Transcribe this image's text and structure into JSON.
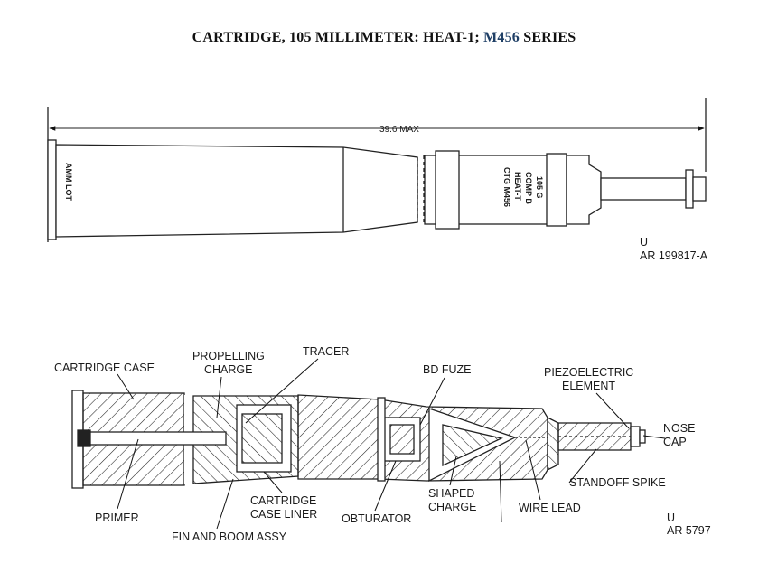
{
  "title": {
    "part1": "CARTRIDGE, 105 MILLIMETER: HEAT-1; ",
    "part2": "M456",
    "part3": " SERIES",
    "accent_color": "#1f3f66"
  },
  "top_drawing": {
    "dimension": "39.6 MAX",
    "lot_marking": "AMM LOT",
    "stencil_lines": [
      "105 G",
      "COMP B",
      "HEAT-T",
      "CTG M456"
    ],
    "code_letter": "U",
    "ref": "AR 199817-A"
  },
  "bottom_drawing": {
    "labels": {
      "cartridge_case": "CARTRIDGE CASE",
      "propelling_1": "PROPELLING",
      "propelling_2": "CHARGE",
      "tracer": "TRACER",
      "bd_fuze": "BD FUZE",
      "piezo_1": "PIEZOELECTRIC",
      "piezo_2": "ELEMENT",
      "nose_1": "NOSE",
      "nose_2": "CAP",
      "standoff": "STANDOFF SPIKE",
      "primer": "PRIMER",
      "liner_1": "CARTRIDGE",
      "liner_2": "CASE LINER",
      "obturator": "OBTURATOR",
      "shaped_1": "SHAPED",
      "shaped_2": "CHARGE",
      "wire_lead": "WIRE LEAD",
      "fin_boom": "FIN AND BOOM ASSY"
    },
    "code_letter": "U",
    "ref": "AR 5797"
  }
}
